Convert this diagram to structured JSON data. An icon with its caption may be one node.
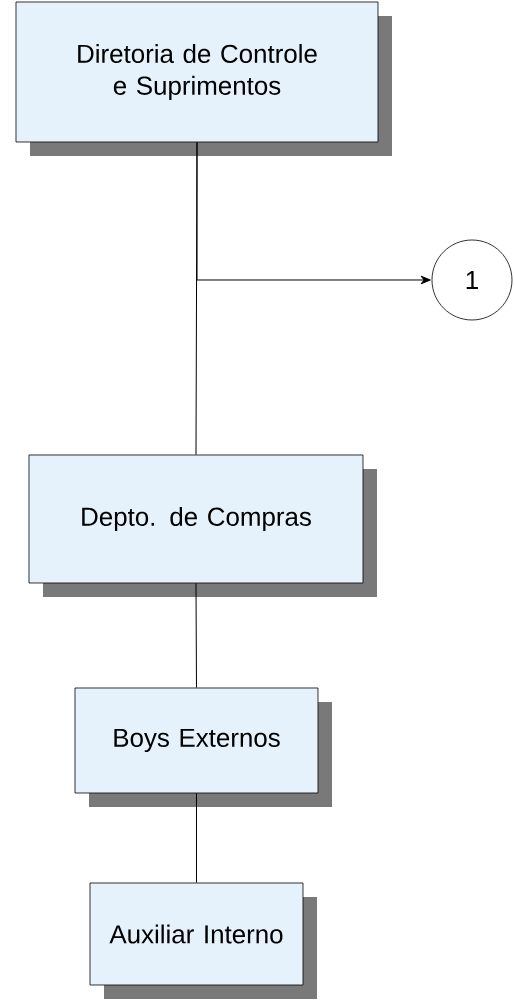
{
  "diagram": {
    "nodes": [
      {
        "text": [
          "Diretoria de Controle e Suprimentos"
        ]
      },
      {
        "text": [
          "Depto. de Compras"
        ]
      },
      {
        "text": [
          "Boys Externos"
        ]
      },
      {
        "text": [
          "Auxiliar Interno"
        ]
      },
      {
        "text": [
          "1"
        ]
      }
    ],
    "edges": [
      {
        "from": 0,
        "to": 1,
        "arrow": "none"
      },
      {
        "from": 0,
        "to": 4,
        "arrow": "to"
      },
      {
        "from": 1,
        "to": 2,
        "arrow": "none"
      },
      {
        "from": 2,
        "to": 3,
        "arrow": "none"
      }
    ]
  }
}
